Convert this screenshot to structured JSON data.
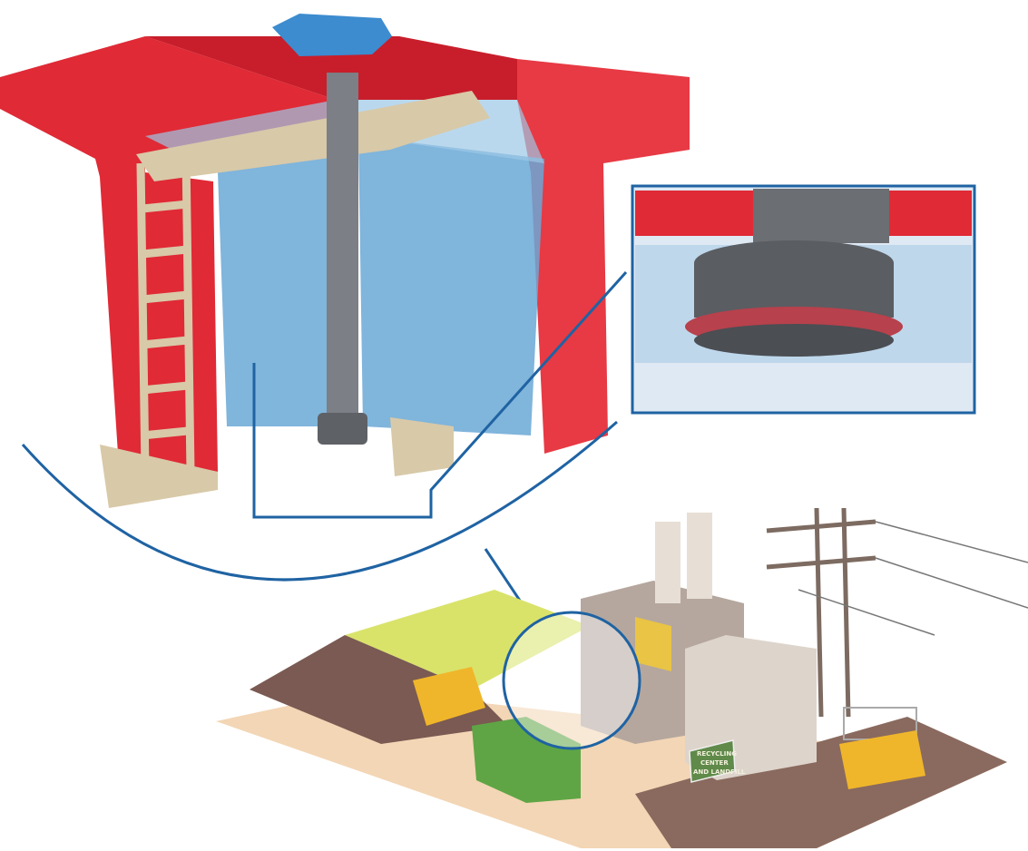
{
  "sign": {
    "line1": "RECYCLING",
    "line2": "CENTER",
    "line3": "AND LANDFILL"
  },
  "colors": {
    "frame_red": "#e02a36",
    "callout_blue": "#1f63a3",
    "media_blue": "#6aa8d6",
    "beam_tan": "#d8c9a8",
    "sign_green": "#5f8a4a"
  }
}
